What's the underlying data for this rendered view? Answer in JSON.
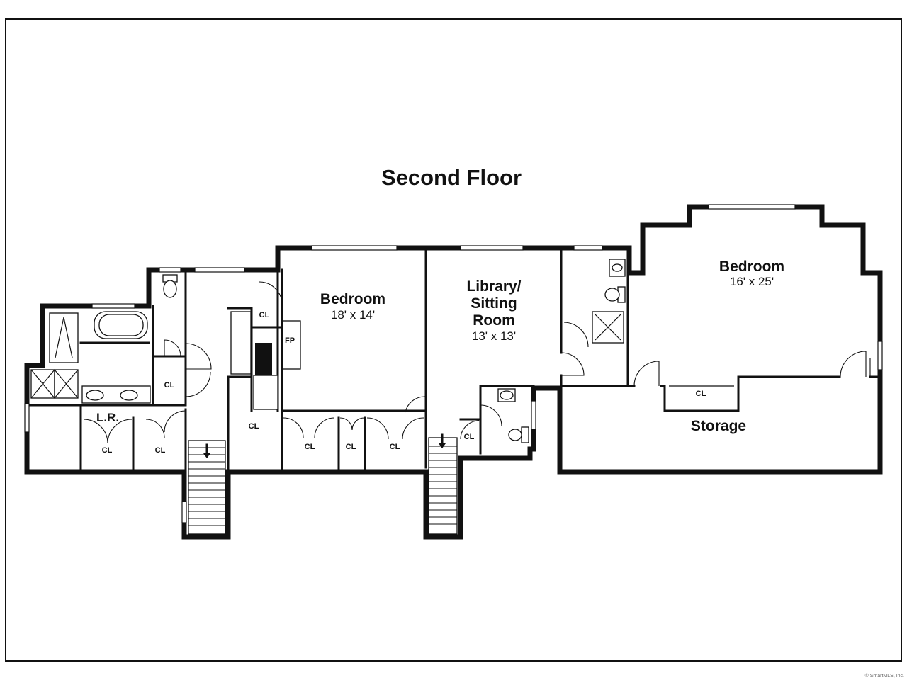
{
  "title": "Second Floor",
  "rooms": {
    "bedroom_left": {
      "name": "Bedroom",
      "dims": "18' x 14'"
    },
    "library": {
      "line1": "Library/",
      "line2": "Sitting",
      "line3": "Room",
      "dims": "13' x 13'"
    },
    "bedroom_right": {
      "name": "Bedroom",
      "dims": "16' x 25'"
    },
    "storage": {
      "name": "Storage"
    },
    "laundry": {
      "name": "L.R."
    }
  },
  "labels": {
    "closet": "CL",
    "fireplace": "FP"
  },
  "copyright": "© SmartMLS, Inc."
}
